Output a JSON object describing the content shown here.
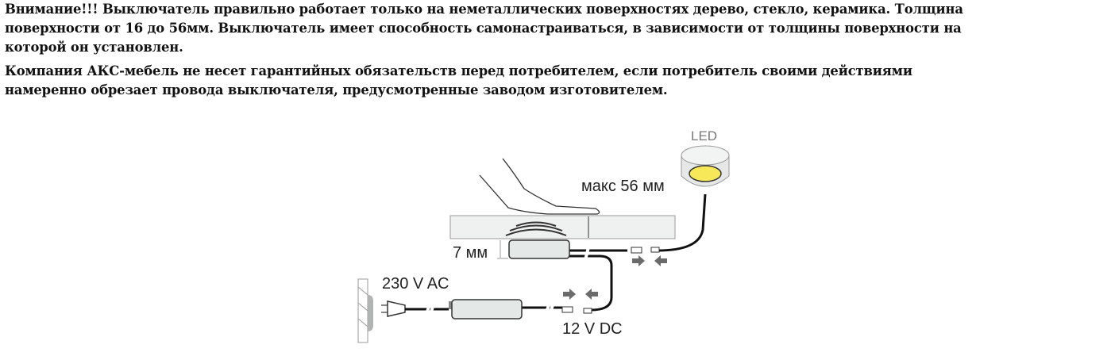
{
  "notice": {
    "paragraph1_lines": [
      "Внимание!!! Выключатель правильно работает только на неметаллических поверхностях дерево, стекло, керамика. Толщина",
      "поверхности от 16 до 56мм. Выключатель имеет способность самонастраиваться, в зависимости от толщины поверхности на",
      "которой он установлен."
    ],
    "paragraph2_lines": [
      "Компания АКС-мебель не несет гарантийных обязательств перед потребителем, если потребитель своими действиями",
      "намеренно обрезает провода выключателя, предусмотренные заводом изготовителем."
    ]
  },
  "diagram": {
    "led_label": "LED",
    "max_thickness_label": "макс 56 мм",
    "switch_height_label": "7 мм",
    "input_voltage_label": "230 V AC",
    "output_voltage_label": "12 V DC",
    "colors": {
      "led_light": "#f7e85a",
      "arrow": "#6b6b6b",
      "box": "#e4e8e6"
    }
  }
}
